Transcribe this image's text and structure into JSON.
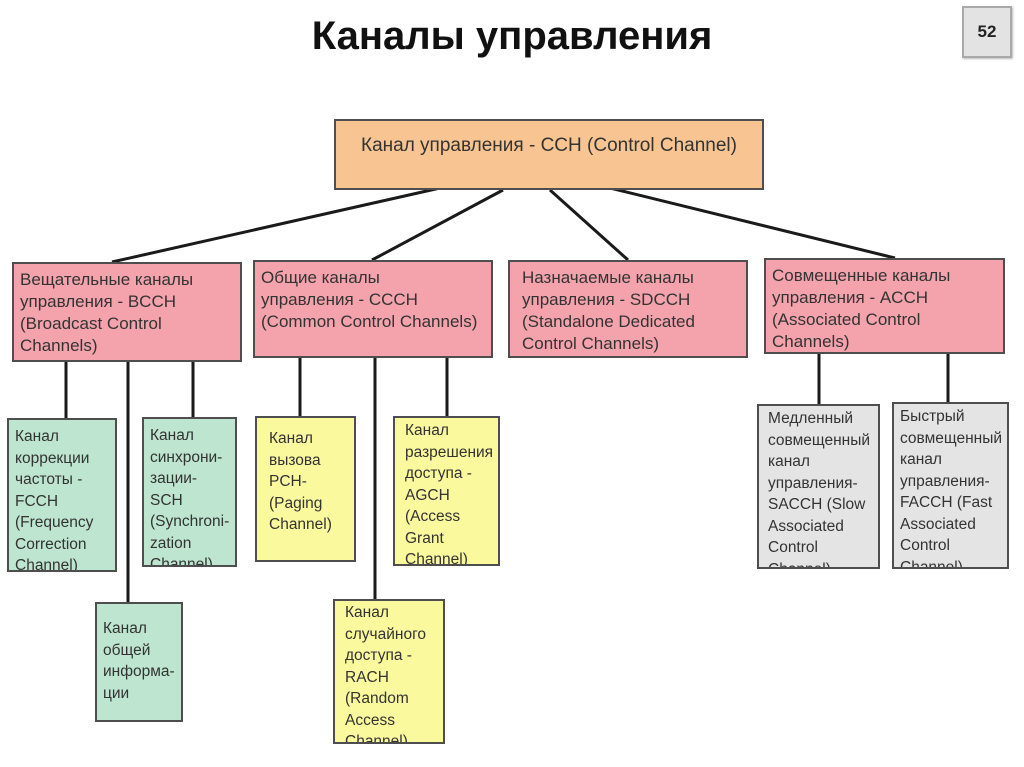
{
  "slide": {
    "title": "Каналы управления",
    "page_number": "52"
  },
  "diagram": {
    "root": "Канал управления - CCH (Control Channel)",
    "categories": {
      "bcch": "Вещательные каналы\nуправления -  BCCH\n(Broadcast Control Channels)",
      "ccch": "Общие каналы\nуправления -  CCCH\n(Common Control Channels)",
      "sdcch": "Назначаемые каналы\nуправления -  SDCCH\n(Standalone Dedicated\nControl Channels)",
      "acch": "Совмещенные каналы\nуправления -  ACCH\n(Associated Control Channels)"
    },
    "channels": {
      "fcch": "Канал\nкоррекции\nчастоты -FCCH\n(Frequency\nCorrection\nChannel)",
      "sch": "Канал\nсинхрони-\nзации-SCH\n(Synchroni-\nzation\nChannel)",
      "general_info": "Канал\nобщей\nинформа-\nции",
      "pch": "Канал\nвызова\nPCH-\n(Paging\nChannel)",
      "agch": "Канал\nразрешения\nдоступа -\nAGCH\n(Access\nGrant\nChannel)",
      "rach": "Канал\nслучайного\nдоступа -\nRACH\n(Random\nAccess\nChannel)",
      "sacch": "Медленный\nсовмещенный\nканал\nуправления-\nSACCH (Slow\nAssociated\nControl Channel)",
      "facch": "Быстрый\nсовмещенный\nканал\nуправления-\nFACCH (Fast\nAssociated\nControl Channel)"
    },
    "colors": {
      "root": "#f8c592",
      "category": "#f4a3ad",
      "bcch_children": "#bde5cf",
      "ccch_children": "#fbf99e",
      "acch_children": "#e4e4e4",
      "connector": "#1a1a1a"
    }
  }
}
